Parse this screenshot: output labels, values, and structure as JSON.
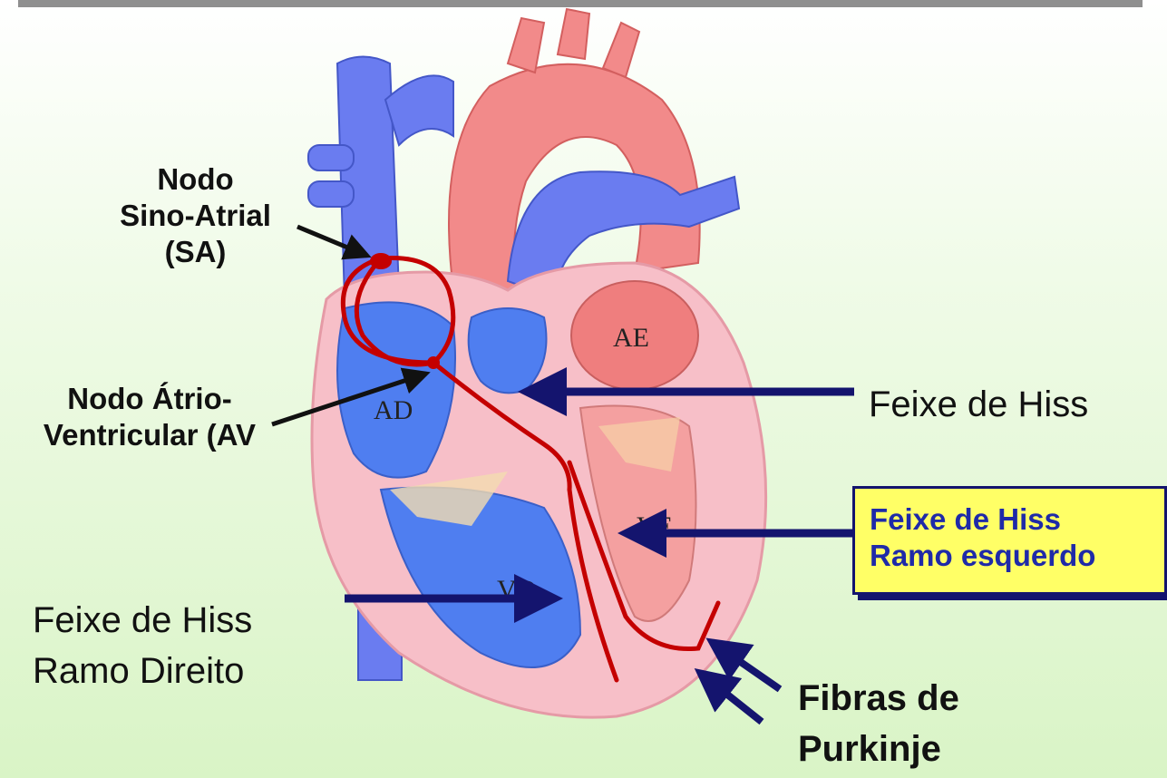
{
  "chambers": {
    "ae": "AE",
    "ad": "AD",
    "ve": "VE",
    "vd": "VD"
  },
  "labels": {
    "sa_line1": "Nodo",
    "sa_line2": "Sino-Atrial",
    "sa_line3": "(SA)",
    "av_line1": "Nodo Átrio-",
    "av_line2": "Ventricular (AV",
    "hiss": "Feixe de Hiss",
    "esq_line1": "Feixe de Hiss",
    "esq_line2": "Ramo esquerdo",
    "dir_line1": "Feixe de Hiss",
    "dir_line2": "Ramo Direito",
    "purk_line1": "Fibras de",
    "purk_line2": "Purkinje"
  },
  "colors": {
    "arrow_navy": "#14146e",
    "conduction_red": "#c40000",
    "vein_blue": "#5a6ee6",
    "artery_pink": "#f08080",
    "highlight_yellow": "#ffff66"
  }
}
